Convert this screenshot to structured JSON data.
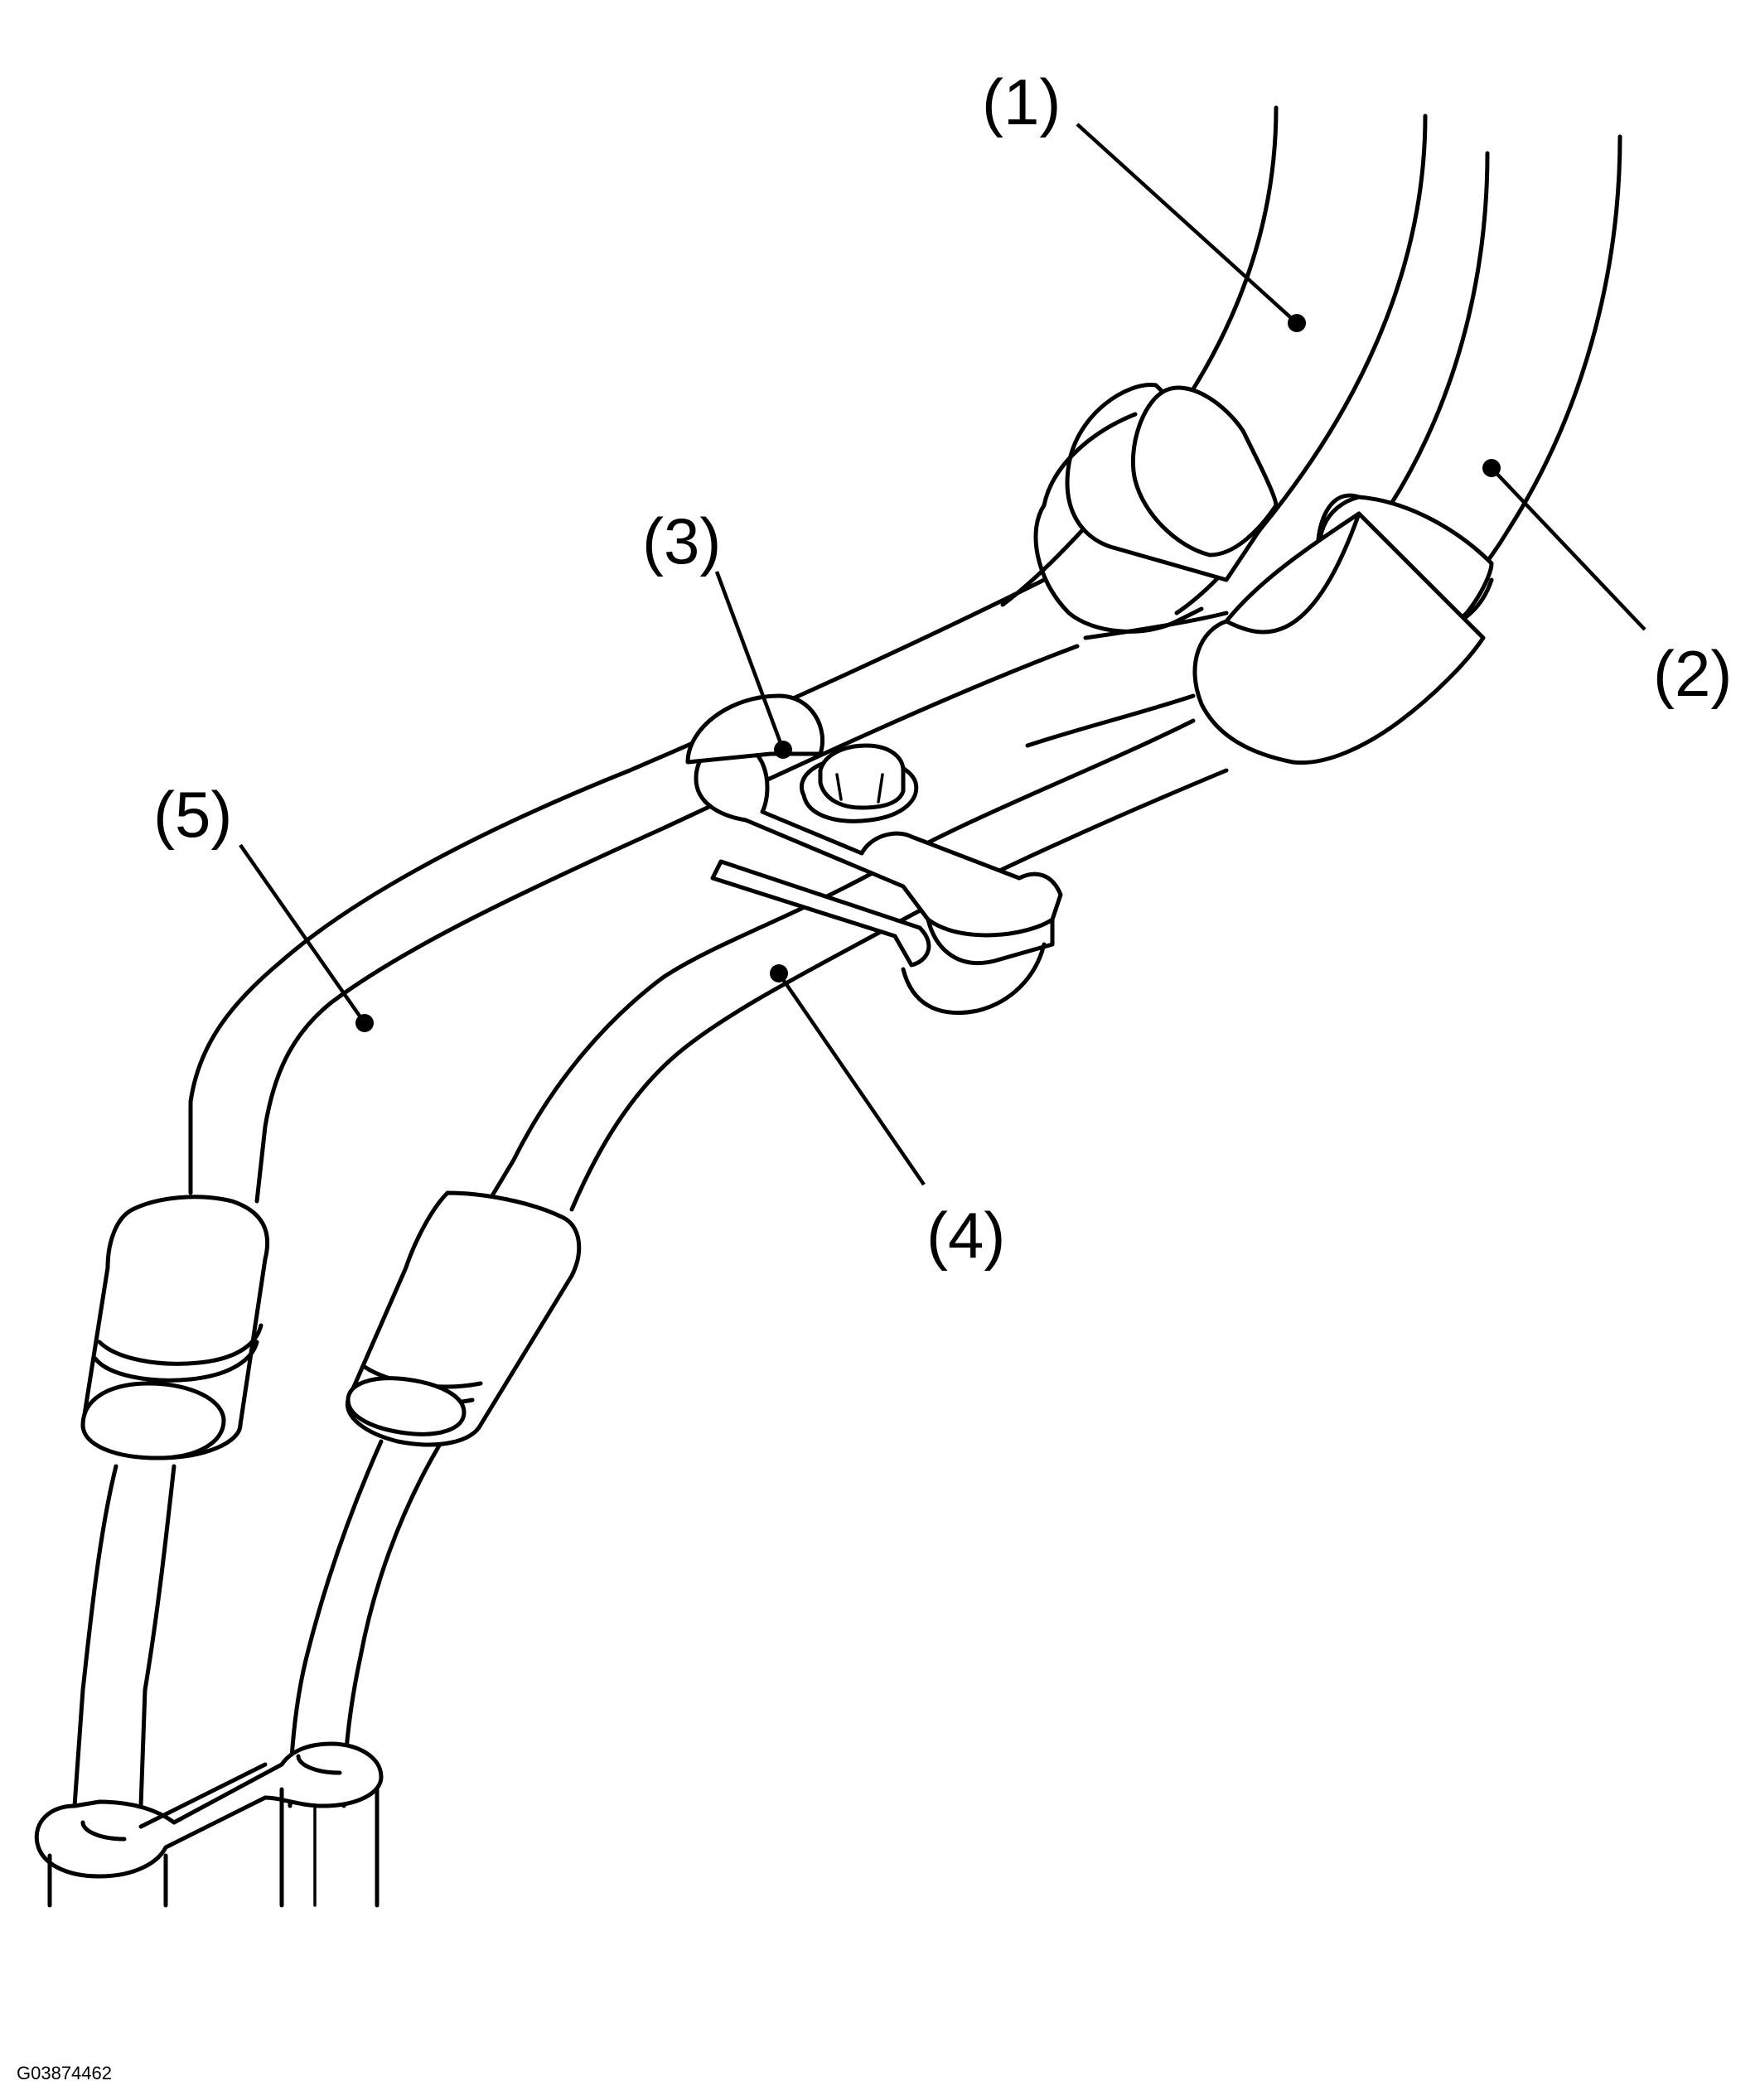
{
  "figure": {
    "id_code": "G03874462",
    "background": "#ffffff",
    "line_color": "#000000"
  },
  "callouts": [
    {
      "key": "1",
      "label": "(1)"
    },
    {
      "key": "2",
      "label": "(2)"
    },
    {
      "key": "3",
      "label": "(3)"
    },
    {
      "key": "4",
      "label": "(4)"
    },
    {
      "key": "5",
      "label": "(5)"
    }
  ]
}
